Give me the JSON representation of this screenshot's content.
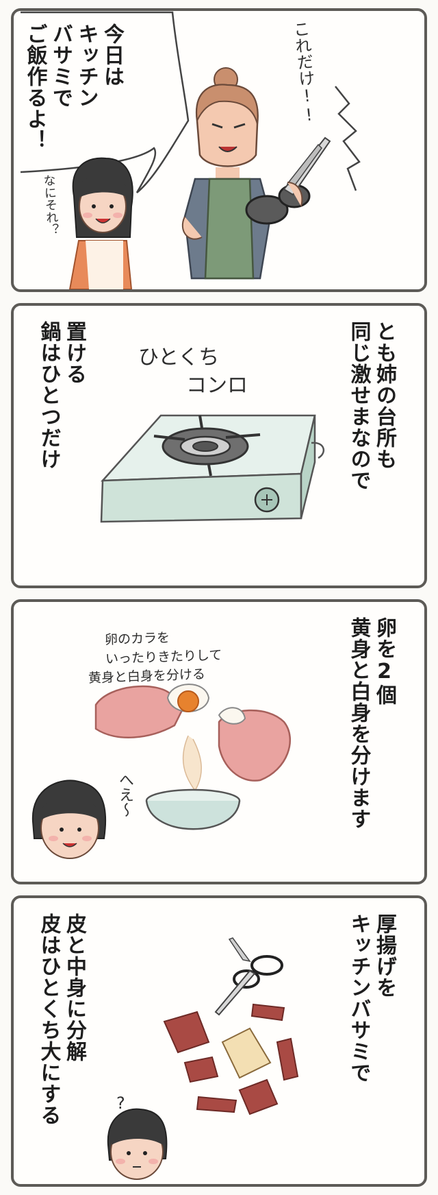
{
  "panels": [
    {
      "speech": [
        "今日は",
        "キッチン",
        "バサミで",
        "ご飯作るよ！"
      ],
      "shout": "これだけ!!",
      "child_question": "なにそれ？"
    },
    {
      "narration": [
        "とも姉の台所も",
        "同じ激せまなので",
        "置ける",
        "鍋はひとつだけ"
      ],
      "label_lines": [
        "ひとくち",
        "コンロ"
      ]
    },
    {
      "narration": [
        "卵を2個",
        "黄身と白身を分けます"
      ],
      "annotation_lines": [
        "卵のカラを",
        "いったりきたりして",
        "黄身と白身を分ける"
      ],
      "child_reaction": "へえ〜"
    },
    {
      "narration": [
        "厚揚げを",
        "キッチンバサミで",
        "皮と中身に分解",
        "皮はひとくち大にする"
      ],
      "child_question": "?"
    }
  ],
  "colors": {
    "frame": "#5d5b57",
    "apron": "#7d9a78",
    "hair": "#c98f6e",
    "stove": "#cfe3d9",
    "yolk": "#e7822e",
    "tofu_skin": "#a94a44",
    "tofu_inner": "#f3dfb3",
    "hands": "#e9a3a0",
    "bowl": "#cde2dc"
  }
}
